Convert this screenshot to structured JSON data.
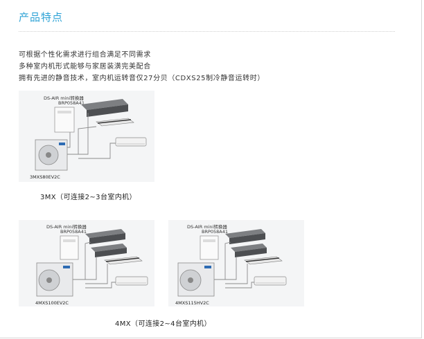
{
  "section": {
    "title": "产品特点"
  },
  "features": [
    "可根据个性化需求进行组合满足不同需求",
    "多种室内机形式能够与家居装潢完美配合",
    "拥有先进的静音技术，室内机运转音仅27分贝（CDXS25制冷静音运转时）"
  ],
  "figures": [
    {
      "converter_label": "DS-AIR mini转换器",
      "converter_model": "BRP058A41",
      "outdoor_model": "3MXS80EV2C",
      "caption": "3MX（可连接2~3台室内机）"
    },
    {
      "converter_label": "DS-AIR mini转换器",
      "converter_model": "BRP058A41",
      "outdoor_model": "4MXS100EV2C"
    },
    {
      "converter_label": "DS-AIR mini转换器",
      "converter_model": "BRP058A41",
      "outdoor_model": "4MXS115HV2C"
    }
  ],
  "caption_4mx": "4MX（可连接2~4台室内机）",
  "colors": {
    "title_blue": "#2fa3d6",
    "figure_bg": "#f4f5f6",
    "pipe": "#8a8a8a"
  }
}
